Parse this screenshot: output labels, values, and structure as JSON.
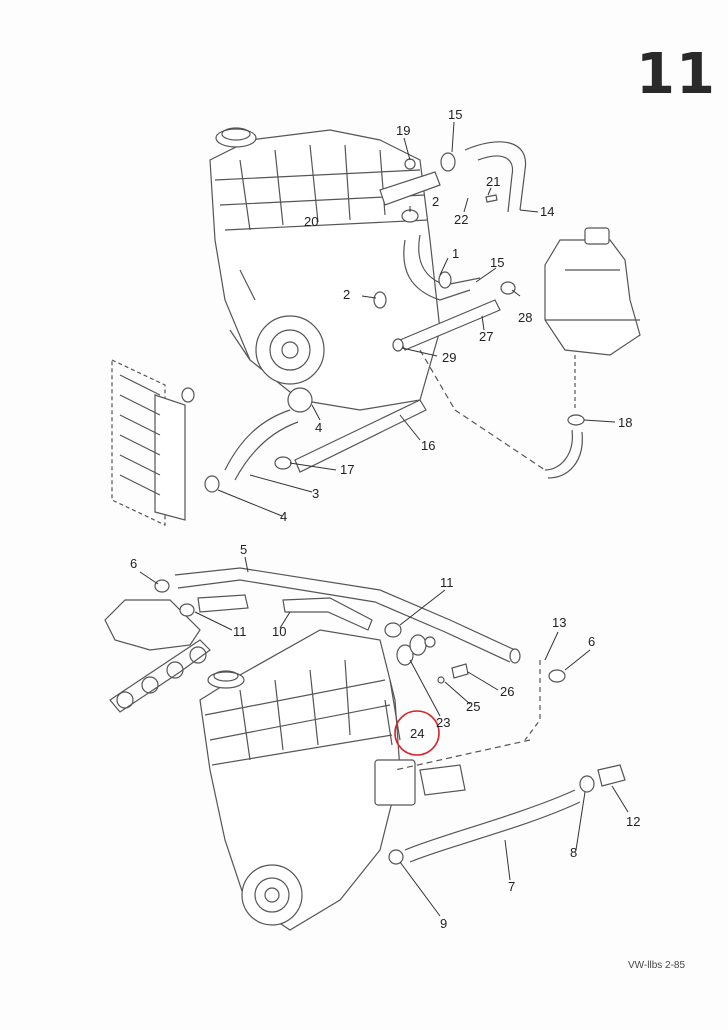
{
  "page_number": "11",
  "footer": "VW-llbs  2-85",
  "upper_labels": {
    "l15": "15",
    "l19": "19",
    "l21": "21",
    "l2a": "2",
    "l20": "20",
    "l22": "22",
    "l14": "14",
    "l1": "1",
    "l15b": "15",
    "l2b": "2",
    "l28": "28",
    "l27": "27",
    "l29": "29",
    "l18": "18",
    "l4a": "4",
    "l16": "16",
    "l17": "17",
    "l3": "3",
    "l4b": "4"
  },
  "lower_labels": {
    "l5": "5",
    "l6a": "6",
    "l11a": "11",
    "l11b": "11",
    "l10": "10",
    "l13": "13",
    "l6b": "6",
    "l26": "26",
    "l25": "25",
    "l23": "23",
    "l24": "24",
    "l12": "12",
    "l8": "8",
    "l7": "7",
    "l9": "9"
  },
  "highlight": {
    "label": "24",
    "color": "#d8262b"
  }
}
